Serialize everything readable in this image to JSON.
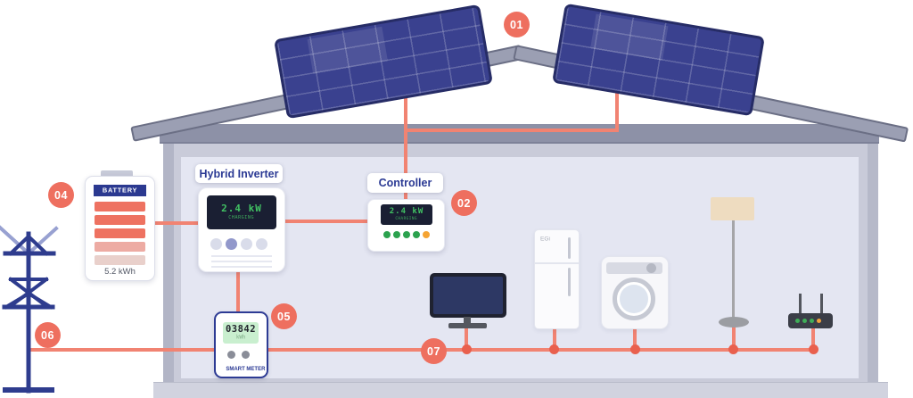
{
  "badges": {
    "solar": "01",
    "controller": "02",
    "battery": "04",
    "smart_meter": "05",
    "grid": "06",
    "loads": "07"
  },
  "inverter": {
    "label": "Hybrid Inverter",
    "power": "2.4 kW",
    "status": "CHARGING"
  },
  "controller": {
    "label": "Controller",
    "power": "2.4 kW",
    "status": "CHARGING"
  },
  "battery": {
    "label": "BATTERY",
    "capacity": "5.2 kWh"
  },
  "smart_meter": {
    "reading": "03842",
    "unit": "kWh",
    "label": "SMART METER"
  },
  "fridge": {
    "brand": "EGi"
  },
  "colors": {
    "wire": "#F18372",
    "badge": "#EE6F5F",
    "accent_blue": "#2B3A94",
    "display_green": "#41C163",
    "panel_blue": "#3A418F",
    "battery_bar_red": "#EE7261"
  }
}
